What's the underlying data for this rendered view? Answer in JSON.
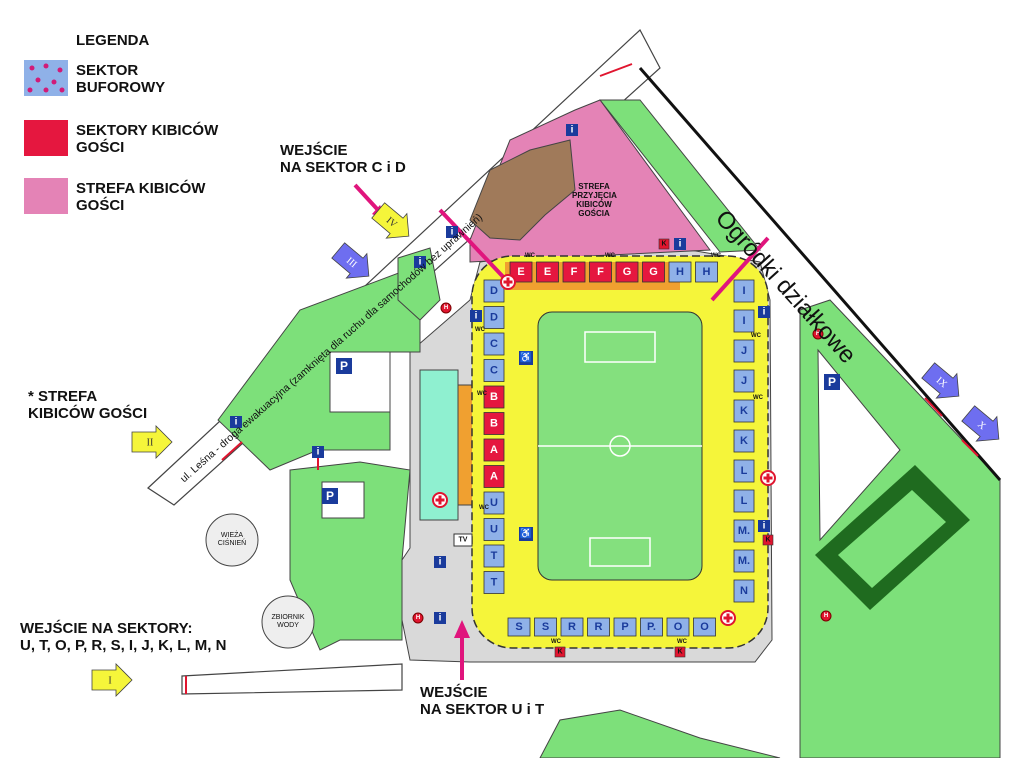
{
  "legend": {
    "title": "LEGENDA",
    "items": [
      {
        "label_line1": "SEKTOR",
        "label_line2": "BUFOROWY",
        "color": "#8fb1e8",
        "dot_color": "#d11b78"
      },
      {
        "label_line1": "SEKTORY KIBICÓW",
        "label_line2": "GOŚCI",
        "color": "#e5173f"
      },
      {
        "label_line1": "STREFA KIBICÓW",
        "label_line2": "GOŚCI",
        "color": "#e483b6"
      }
    ]
  },
  "labels": {
    "entrance_cd_line1": "WEJŚCIE",
    "entrance_cd_line2": "NA SEKTOR C i D",
    "entrance_ut_line1": "WEJŚCIE",
    "entrance_ut_line2": "NA SEKTOR U i T",
    "entrance_sectors_line1": "WEJŚCIE NA SEKTORY:",
    "entrance_sectors_line2": "U, T, O, P, R, S, I, J, K, L, M, N",
    "away_zone_line1": "* STREFA",
    "away_zone_line2": "KIBICÓW GOŚCI",
    "allotments": "Ogródki działkowe",
    "street": "ul. Leśna - droga ewakuacyjna (zamknięta dla ruchu dla samochodów bez uprawnień)",
    "reception_zone": [
      "STREFA",
      "PRZYJĘCIA",
      "KIBICÓW",
      "GOŚCIA"
    ],
    "water_tower": [
      "WIEŻA",
      "CIŚNIEŃ"
    ],
    "water_tank": [
      "ZBIORNIK",
      "WODY"
    ],
    "tv": "TV",
    "wc": "WC",
    "parking": "P",
    "info": "i",
    "gate_k": "K",
    "gate_h": "H"
  },
  "gates": [
    {
      "label": "I",
      "color": "#f5f53a"
    },
    {
      "label": "II",
      "color": "#f5f53a"
    },
    {
      "label": "III",
      "color": "#6e6ef0"
    },
    {
      "label": "IV",
      "color": "#f5f53a"
    },
    {
      "label": "IX",
      "color": "#6e6ef0"
    },
    {
      "label": "X",
      "color": "#6e6ef0"
    }
  ],
  "sectors": {
    "north": [
      "E",
      "E",
      "F",
      "F",
      "G",
      "G",
      "H",
      "H"
    ],
    "west": [
      "D",
      "D",
      "C",
      "C",
      "B",
      "B",
      "A",
      "A",
      "U",
      "U",
      "T",
      "T"
    ],
    "east": [
      "I",
      "I",
      "J",
      "J",
      "K",
      "K",
      "L",
      "L",
      "M.",
      "M.",
      "N"
    ],
    "south": [
      "S",
      "S",
      "R",
      "R",
      "P",
      "P.",
      "O",
      "O"
    ]
  },
  "colors": {
    "green": "#7de07a",
    "dark_green": "#1f6b1f",
    "grey": "#d9d9d9",
    "yellow": "#f5f53a",
    "orange": "#f0a030",
    "red": "#e5173f",
    "pink": "#e483b6",
    "blue_sector": "#8fb1e8",
    "magenta_arrow": "#e0157d",
    "info_blue": "#1a3b9c",
    "pitch": "#84e07e",
    "teal": "#8ff0d0",
    "brown": "#a07a5a"
  }
}
